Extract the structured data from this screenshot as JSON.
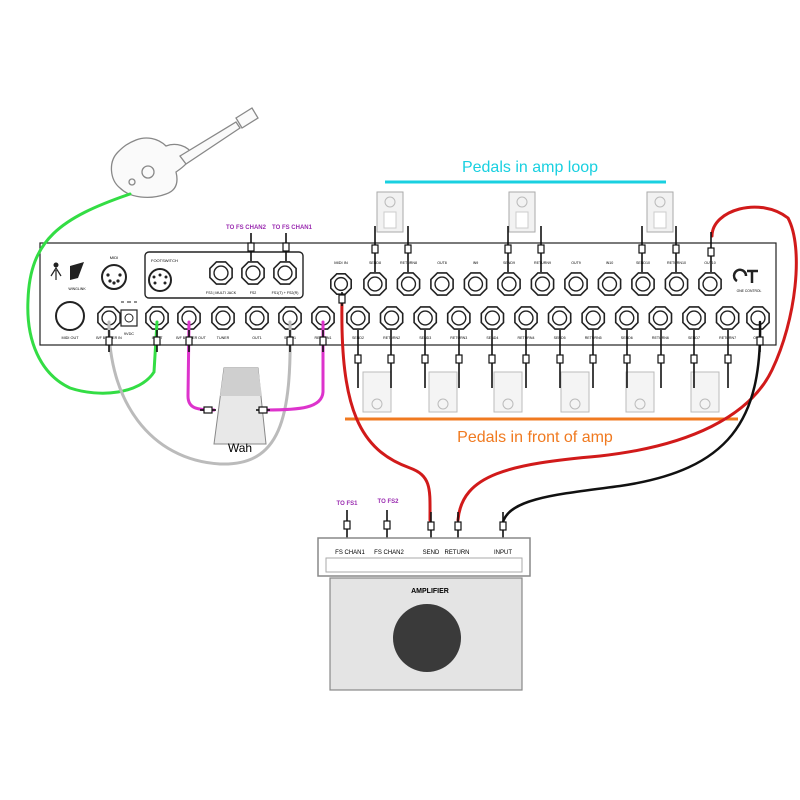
{
  "titles": {
    "amp_loop": "Pedals in amp loop",
    "front_of_amp": "Pedals in front of amp",
    "wah": "Wah"
  },
  "unit": {
    "midi": "MIDI",
    "footswitch": "FOOTSWITCH",
    "fs_multijack": "FS3 | MULTI JACK",
    "fs2": "FS2",
    "fs1": "FS1(T) + FS2(R)",
    "midi_in": "MIDI IN",
    "brand_left": "WINGLINK",
    "brand_right": "ONE CONTROL",
    "power": "9VDC",
    "midi_out": "MIDI OUT",
    "buffer_in": "B/F BUFFER IN",
    "input": "INPUT",
    "buffer_out": "B/F BUFFER OUT",
    "tuner": "TUNER",
    "out1": "OUT1",
    "send1": "SEND1",
    "return1": "RETURN1",
    "out2": "OUT2"
  },
  "top_jacks": [
    "SEND8",
    "RETURN8",
    "OUT8",
    "IN9",
    "SEND9",
    "RETURN9",
    "OUT9",
    "IN10",
    "SEND10",
    "RETURN10",
    "OUT10"
  ],
  "bottom_jacks": [
    "SEND2",
    "RETURN2",
    "SEND3",
    "RETURN3",
    "SEND4",
    "RETURN4",
    "SEND5",
    "RETURN5",
    "SEND6",
    "RETURN6",
    "SEND7",
    "RETURN7"
  ],
  "fs_labels": {
    "chan2": "TO FS CHAN2",
    "chan1": "TO FS CHAN1",
    "fs1": "TO FS1",
    "fs2": "TO FS2"
  },
  "amp": {
    "title": "AMPLIFIER",
    "jacks": [
      "FS CHAN1",
      "FS CHAN2",
      "SEND",
      "RETURN",
      "INPUT"
    ]
  },
  "colors": {
    "amp_loop": "#19d0e0",
    "front_of_amp": "#f07a20",
    "red_cable": "#d11a1a",
    "green_cable": "#33dd44",
    "magenta_cable": "#dd33cc",
    "grey_cable": "#bbbbbb",
    "fs_label": "#9a2bb0"
  }
}
